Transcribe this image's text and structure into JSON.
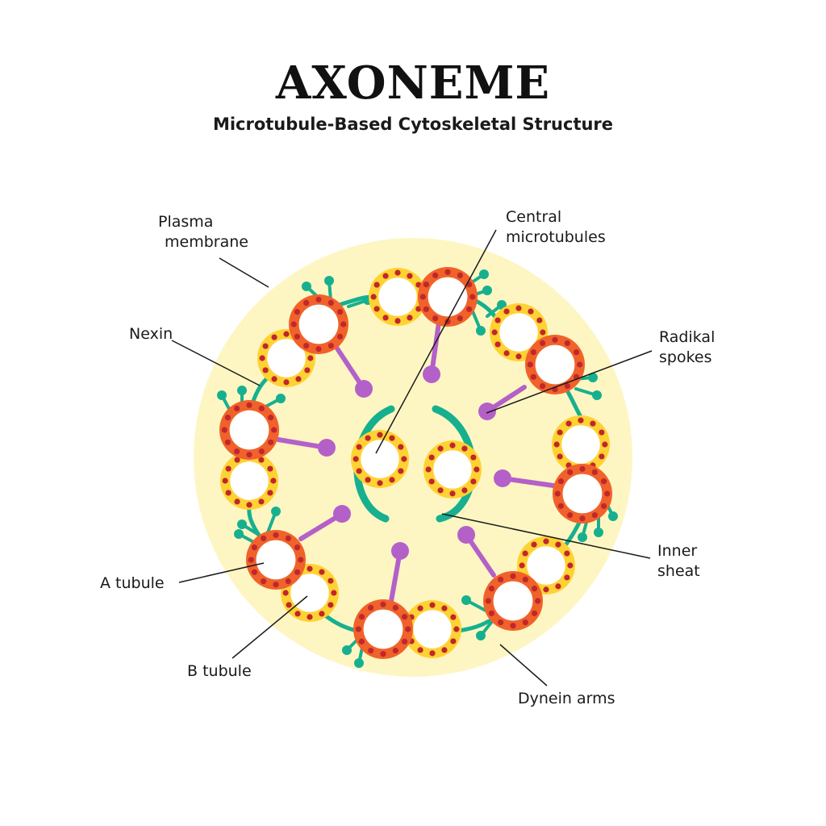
{
  "header": {
    "title": "AXONEME",
    "subtitle": "Microtubule-Based Cytoskeletal Structure"
  },
  "labels": {
    "plasma_membrane": [
      "Plasma",
      "membrane"
    ],
    "central_microtubules": [
      "Central",
      "microtubules"
    ],
    "nexin": "Nexin",
    "radial_spokes": [
      "Radikal",
      "spokes"
    ],
    "inner_sheath": [
      "Inner",
      "sheat"
    ],
    "a_tubule": "A tubule",
    "b_tubule": "B tubule",
    "dynein_arms": "Dynein arms"
  },
  "colors": {
    "membrane_fill": "#fdf6c3",
    "a_tubule_ring": "#f0622a",
    "a_tubule_inner": "#ffd233",
    "b_tubule_ring": "#ffd233",
    "dot": "#c0272d",
    "nexin": "#16b08f",
    "spoke": "#b460c9",
    "leader": "#1a1a1a"
  }
}
